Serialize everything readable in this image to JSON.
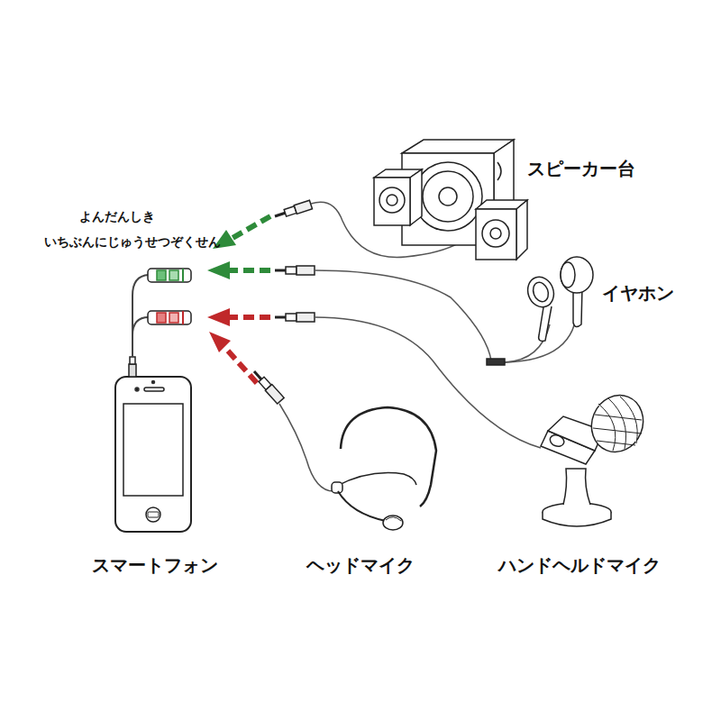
{
  "diagram": {
    "labels": [
      "よんだんしき",
      "いちぶんにじゅうせつぞくせん",
      "スピーカー台",
      "イヤホン",
      "スマートフォン",
      "ヘッドマイク",
      "ハンドヘルドマイク"
    ]
  }
}
